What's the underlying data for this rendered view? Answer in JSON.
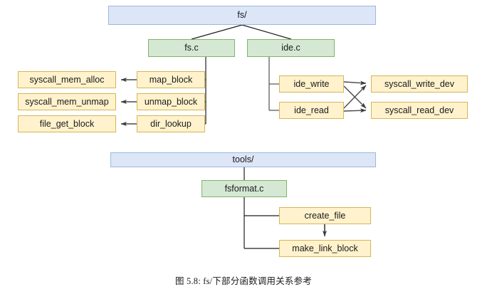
{
  "figure": {
    "caption": "图 5.8: fs/下部分函数调用关系参考",
    "colors": {
      "directory_fill": "#dce6f7",
      "directory_border": "#9eb8de",
      "source_fill": "#d5e8d4",
      "source_border": "#82b366",
      "function_fill": "#fff2cc",
      "function_border": "#d6b656",
      "edge": "#404040",
      "background": "#ffffff"
    }
  },
  "diagram": {
    "type": "call-graph",
    "groups": [
      {
        "id": "fs-group",
        "root": {
          "id": "fs-dir",
          "label": "fs/",
          "kind": "directory"
        },
        "sources": [
          {
            "id": "fs-c",
            "label": "fs.c",
            "kind": "source"
          },
          {
            "id": "ide-c",
            "label": "ide.c",
            "kind": "source"
          }
        ],
        "functions": [
          {
            "id": "map-block",
            "label": "map_block",
            "kind": "function"
          },
          {
            "id": "unmap-block",
            "label": "unmap_block",
            "kind": "function"
          },
          {
            "id": "dir-lookup",
            "label": "dir_lookup",
            "kind": "function"
          },
          {
            "id": "syscall-mem-alloc",
            "label": "syscall_mem_alloc",
            "kind": "function"
          },
          {
            "id": "syscall-mem-unmap",
            "label": "syscall_mem_unmap",
            "kind": "function"
          },
          {
            "id": "file-get-block",
            "label": "file_get_block",
            "kind": "function"
          },
          {
            "id": "ide-write",
            "label": "ide_write",
            "kind": "function"
          },
          {
            "id": "ide-read",
            "label": "ide_read",
            "kind": "function"
          },
          {
            "id": "syscall-write-dev",
            "label": "syscall_write_dev",
            "kind": "function"
          },
          {
            "id": "syscall-read-dev",
            "label": "syscall_read_dev",
            "kind": "function"
          }
        ],
        "contains": [
          {
            "from": "fs-dir",
            "to": "fs-c"
          },
          {
            "from": "fs-dir",
            "to": "ide-c"
          },
          {
            "from": "fs-c",
            "to": "map-block"
          },
          {
            "from": "fs-c",
            "to": "unmap-block"
          },
          {
            "from": "fs-c",
            "to": "dir-lookup"
          },
          {
            "from": "ide-c",
            "to": "ide-write"
          },
          {
            "from": "ide-c",
            "to": "ide-read"
          }
        ],
        "calls": [
          {
            "from": "map-block",
            "to": "syscall-mem-alloc"
          },
          {
            "from": "unmap-block",
            "to": "syscall-mem-unmap"
          },
          {
            "from": "dir-lookup",
            "to": "file-get-block"
          },
          {
            "from": "ide-write",
            "to": "syscall-write-dev"
          },
          {
            "from": "ide-write",
            "to": "syscall-read-dev"
          },
          {
            "from": "ide-read",
            "to": "syscall-write-dev"
          },
          {
            "from": "ide-read",
            "to": "syscall-read-dev"
          }
        ]
      },
      {
        "id": "tools-group",
        "root": {
          "id": "tools-dir",
          "label": "tools/",
          "kind": "directory"
        },
        "sources": [
          {
            "id": "fsformat-c",
            "label": "fsformat.c",
            "kind": "source"
          }
        ],
        "functions": [
          {
            "id": "create-file",
            "label": "create_file",
            "kind": "function"
          },
          {
            "id": "make-link-block",
            "label": "make_link_block",
            "kind": "function"
          }
        ],
        "contains": [
          {
            "from": "tools-dir",
            "to": "fsformat-c"
          },
          {
            "from": "fsformat-c",
            "to": "create-file"
          },
          {
            "from": "fsformat-c",
            "to": "make-link-block"
          }
        ],
        "calls": [
          {
            "from": "create-file",
            "to": "make-link-block"
          }
        ]
      }
    ]
  }
}
